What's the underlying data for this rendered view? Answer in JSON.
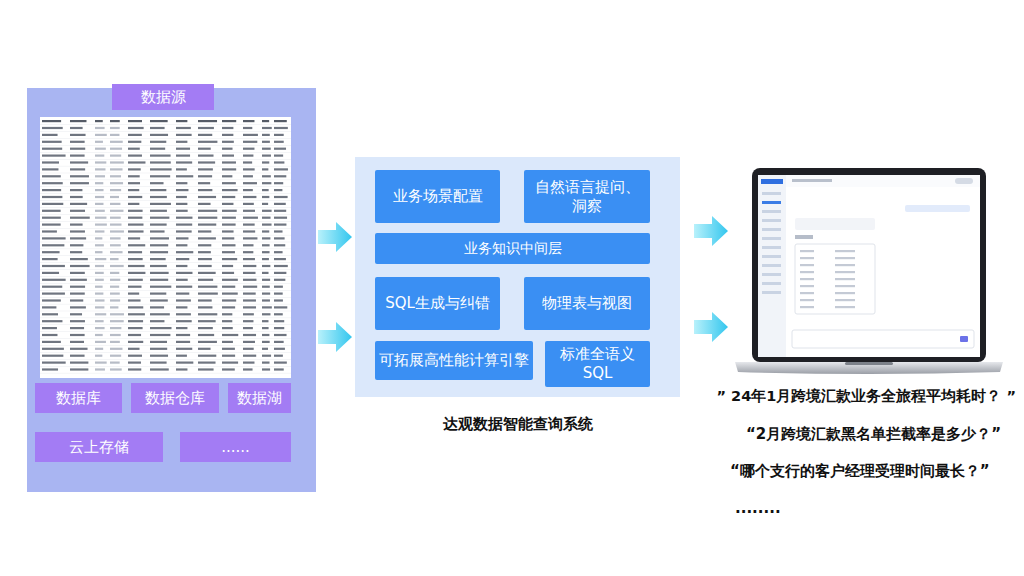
{
  "diagram": {
    "nodes": [
      {
        "text": [
          "数据源"
        ]
      },
      {
        "text": [
          "数据库"
        ],
        "in": 0
      },
      {
        "text": [
          "数据仓库"
        ],
        "in": 0
      },
      {
        "text": [
          "数据湖"
        ],
        "in": 0
      },
      {
        "text": [
          "云上存储"
        ],
        "in": 0
      },
      {
        "text": [
          "......"
        ],
        "in": 0
      },
      {
        "text": [
          "达观数据智能查询系统"
        ]
      },
      {
        "text": [
          "业务场景配置"
        ],
        "in": 6
      },
      {
        "text": [
          "自然语言提问、洞察"
        ],
        "in": 6
      },
      {
        "text": [
          "业务知识中间层"
        ],
        "in": 6
      },
      {
        "text": [
          "SQL生成与纠错"
        ],
        "in": 6
      },
      {
        "text": [
          "物理表与视图"
        ],
        "in": 6
      },
      {
        "text": [
          "可拓展高性能计算引擎"
        ],
        "in": 6
      },
      {
        "text": [
          "标准全语义SQL"
        ],
        "in": 6
      }
    ],
    "edges": [
      {
        "from": 0,
        "to": 6,
        "arrow": "to"
      },
      {
        "from": 0,
        "to": 6,
        "arrow": "to"
      }
    ],
    "labels": [
      "” 24年1月跨境汇款业务全旅程平均耗时？ ”",
      "“2月跨境汇款黑名单拦截率是多少？”",
      "“哪个支行的客户经理受理时间最长？”",
      "........"
    ]
  }
}
